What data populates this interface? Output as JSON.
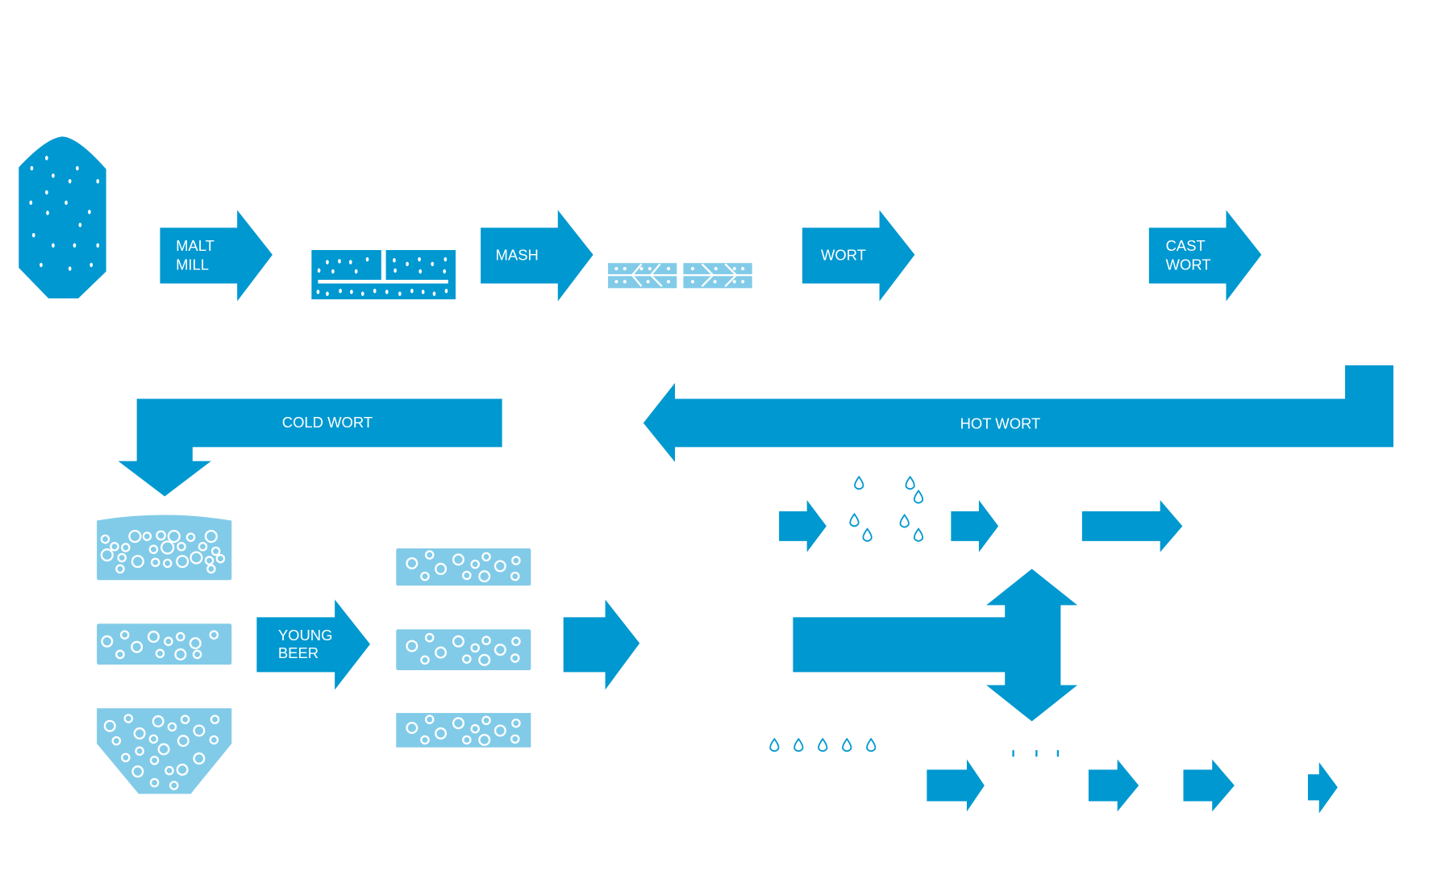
{
  "diagram": {
    "title": "Beer brewing process",
    "colors": {
      "primary": "#0098D0",
      "light": "#82CBE8",
      "background": "#FFFFFF"
    },
    "steps": {
      "malt_mill": {
        "line1": "MALT",
        "line2": "MILL"
      },
      "mash": {
        "line1": "MASH"
      },
      "wort": {
        "line1": "WORT"
      },
      "cast_wort": {
        "line1": "CAST",
        "line2": "WORT"
      },
      "hot_wort": {
        "line1": "HOT WORT"
      },
      "cold_wort": {
        "line1": "COLD WORT"
      },
      "young_beer": {
        "line1": "YOUNG",
        "line2": "BEER"
      }
    },
    "icons": [
      "grain-silo-icon",
      "mill-tank-icon",
      "lauter-tun-icon",
      "fermentation-tank-icon",
      "maturation-tank-icon",
      "water-drop-icon"
    ]
  }
}
